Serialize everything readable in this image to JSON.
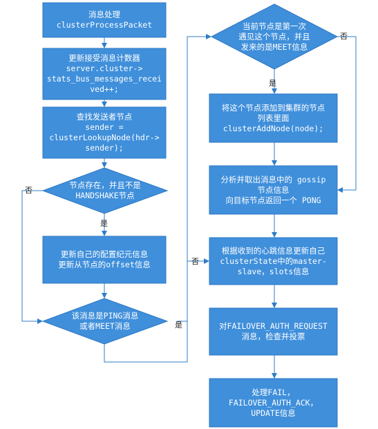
{
  "nodes": {
    "n1": "消息处理\nclusterProcessPacket",
    "n2": "更新接受消息计数器\nserver.cluster->\nstats_bus_messages_recei\nved++;",
    "n3": "查找发送者节点\nsender =\nclusterLookupNode(hdr->\nsender);",
    "d1": "节点存在，并且不是\nHANDSHAKE节点",
    "n4": "更新自己的配置纪元信息\n更新从节点的offset信息",
    "d2": "该消息是PING消息\n或者MEET消息",
    "d3": "当前节点是第一次\n遇见这个节点，并且\n发来的是MEET信息",
    "n5": "将这个节点添加到集群的节点\n列表里面\nclusterAddNode(node);",
    "n6": "分析并取出消息中的 gossip\n节点信息\n向目标节点返回一个 PONG",
    "n7": "根据收到的心跳信息更新自己\nclusterState中的master-\nslave，slots信息",
    "n8": "对FAILOVER_AUTH_REQUEST\n消息，检查并投票",
    "n9": "处理FAIL，\nFAILOVER_AUTH_ACK，\nUPDATE信息"
  },
  "labels": {
    "yes1": "是",
    "no1": "否",
    "yes2": "是",
    "yes3": "是",
    "no3": "否",
    "no4": "否"
  },
  "colors": {
    "node_fill": "#3f8fdb",
    "node_stroke": "#2e77c2",
    "edge": "#2f7dc8"
  }
}
